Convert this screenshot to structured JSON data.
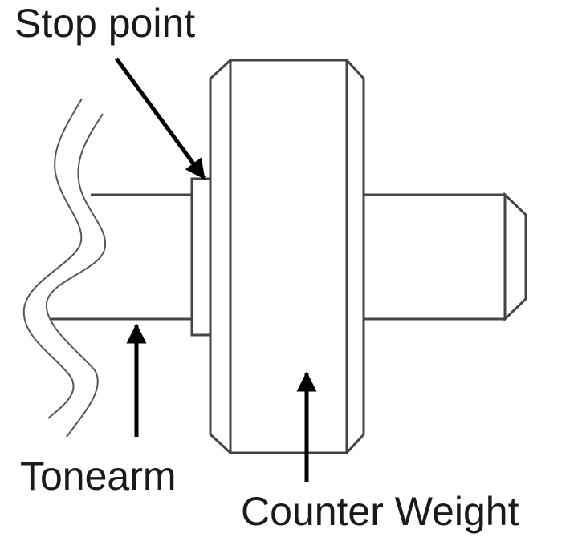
{
  "labels": {
    "stop_point": "Stop point",
    "tonearm": "Tonearm",
    "counter_weight": "Counter Weight"
  },
  "colors": {
    "line": "#444444",
    "arrow": "#000000",
    "text": "#1a1a1a"
  }
}
